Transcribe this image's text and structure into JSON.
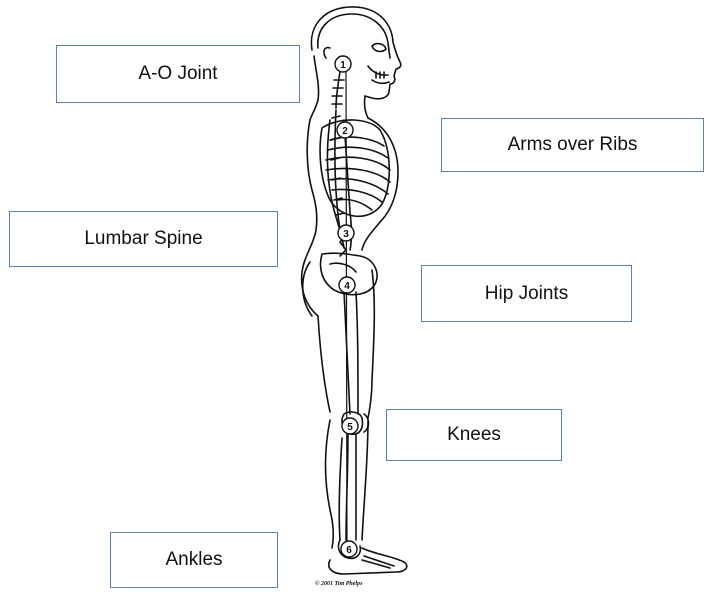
{
  "labels": {
    "ao_joint": "A-O Joint",
    "arms_over_ribs": "Arms over Ribs",
    "lumbar_spine": "Lumbar Spine",
    "hip_joints": "Hip Joints",
    "knees": "Knees",
    "ankles": "Ankles"
  },
  "joint_markers": [
    "1",
    "2",
    "3",
    "4",
    "5",
    "6"
  ],
  "credit": "© 2001 Tim Phelps",
  "colors": {
    "box_border": "#5b7fb3",
    "line_art": "#111111"
  }
}
